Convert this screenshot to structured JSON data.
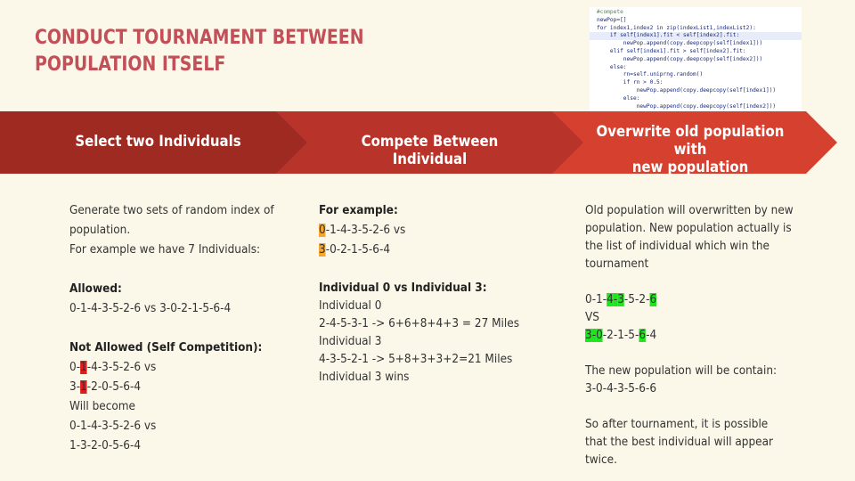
{
  "title": {
    "line1": "CONDUCT TOURNAMENT BETWEEN",
    "line2": "POPULATION ITSELF"
  },
  "code_lines": [
    "#compete",
    "newPop=[]",
    "for index1,index2 in zip(indexList1,indexList2):",
    "    if self[index1].fit < self[index2].fit:",
    "        newPop.append(copy.deepcopy(self[index1]))",
    "    elif self[index1].fit > self[index2].fit:",
    "        newPop.append(copy.deepcopy(self[index2]))",
    "    else:",
    "        rn=self.uniprng.random()",
    "        if rn > 0.5:",
    "            newPop.append(copy.deepcopy(self[index1]))",
    "        else:",
    "            newPop.append(copy.deepcopy(self[index2]))"
  ],
  "steps": [
    {
      "label": "Select two Individuals"
    },
    {
      "label": "Compete Between Individual"
    },
    {
      "label_line1": "Overwrite old population with",
      "label_line2": "new population"
    }
  ],
  "colors": {
    "step1": "#9e2a21",
    "step2": "#b8342a",
    "step3": "#d6402f",
    "title": "#c34f58",
    "background": "#fbf7e9"
  },
  "col1": {
    "intro1": "Generate two sets of random index of",
    "intro2": "population.",
    "intro3": "For example we have 7 Individuals:",
    "allowed_heading": "Allowed:",
    "allowed_text": "0-1-4-3-5-2-6 vs 3-0-2-1-5-6-4",
    "not_allowed_heading": "Not Allowed (Self Competition):",
    "na_line1": {
      "pre": "0-",
      "hl": "1",
      "post": "-4-3-5-2-6  vs"
    },
    "na_line2": {
      "pre": "3-",
      "hl": "1",
      "post": "-2-0-5-6-4"
    },
    "will_become": "Will become",
    "wb_line1": "0-1-4-3-5-2-6 vs",
    "wb_line2": "1-3-2-0-5-6-4"
  },
  "col2": {
    "example_heading": "For example:",
    "ex_line1": {
      "hl": "0",
      "post": "-1-4-3-5-2-6 vs"
    },
    "ex_line2": {
      "hl": "3",
      "post": "-0-2-1-5-6-4"
    },
    "comparison_heading": "Individual 0 vs Individual 3:",
    "ind0_label": "Individual 0",
    "ind0_calc": "2-4-5-3-1 -> 6+6+8+4+3  = 27 Miles",
    "ind3_label": "Individual 3",
    "ind3_calc": "4-3-5-2-1 -> 5+8+3+3+2=21 Miles",
    "winner": "Individual 3 wins"
  },
  "col3": {
    "p1_l1": "Old population will overwritten by new",
    "p1_l2": "population. New population actually is",
    "p1_l3": "the list of individual which win the",
    "p1_l4": "tournament",
    "seq1": [
      "0",
      "-",
      "1",
      "-",
      "4",
      "-",
      "3",
      "-",
      "5",
      "-",
      "2",
      "-",
      "6"
    ],
    "vs": "VS",
    "seq2": [
      "3",
      "-",
      "0",
      "-",
      "2",
      "-",
      "1",
      "-",
      "5",
      "-",
      "6",
      "-",
      "4"
    ],
    "p2_l1": "The new population will be contain:",
    "p2_l2": "3-0-4-3-5-6-6",
    "p3_l1": "So after tournament, it is possible",
    "p3_l2": "that the best individual will appear",
    "p3_l3": "twice."
  }
}
